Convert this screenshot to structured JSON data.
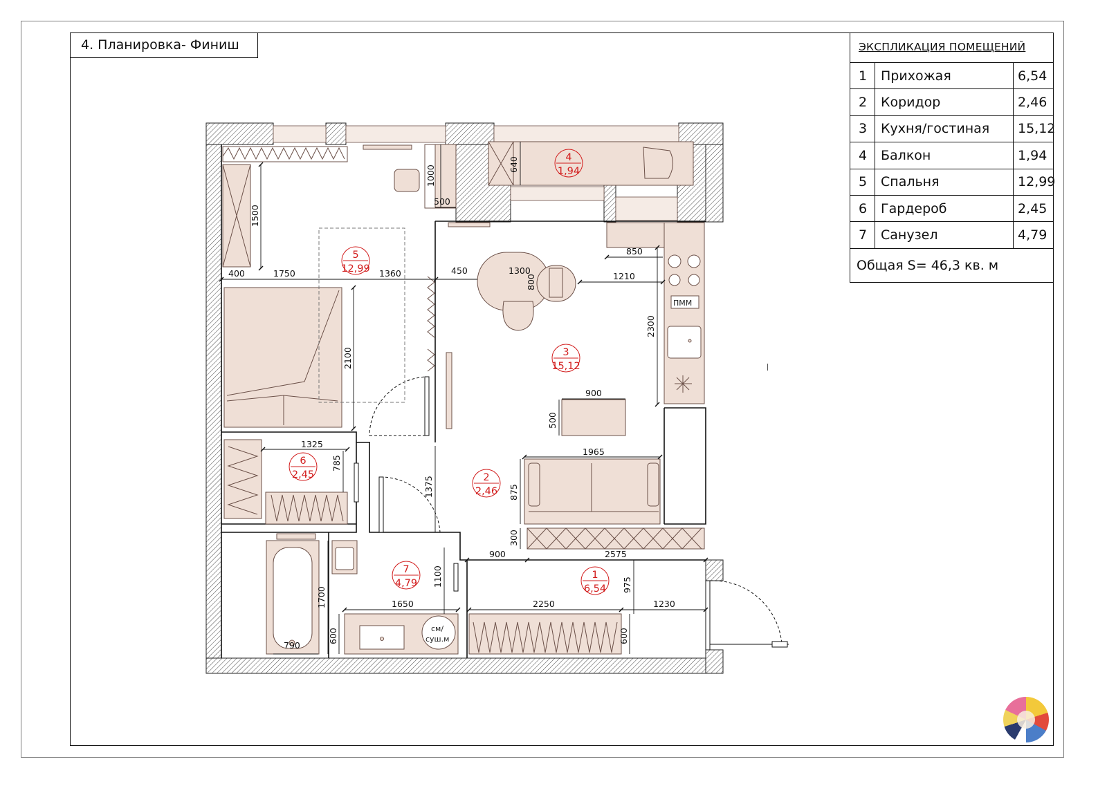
{
  "title": "4. Планировка- Финиш",
  "explication": {
    "header": "ЭКСПЛИКАЦИЯ ПОМЕЩЕНИЙ",
    "rooms": [
      {
        "num": "1",
        "name": "Прихожая",
        "area": "6,54"
      },
      {
        "num": "2",
        "name": "Коридор",
        "area": "2,46"
      },
      {
        "num": "3",
        "name": "Кухня/гостиная",
        "area": "15,12"
      },
      {
        "num": "4",
        "name": "Балкон",
        "area": "1,94"
      },
      {
        "num": "5",
        "name": "Спальня",
        "area": "12,99"
      },
      {
        "num": "6",
        "name": "Гардероб",
        "area": "2,45"
      },
      {
        "num": "7",
        "name": "Санузел",
        "area": "4,79"
      }
    ],
    "total": "Общая S= 46,3 кв. м"
  },
  "plan": {
    "room_tags": [
      {
        "num": "1",
        "area": "6,54"
      },
      {
        "num": "2",
        "area": "2,46"
      },
      {
        "num": "3",
        "area": "15,12"
      },
      {
        "num": "4",
        "area": "1,94"
      },
      {
        "num": "5",
        "area": "12,99"
      },
      {
        "num": "6",
        "area": "2,45"
      },
      {
        "num": "7",
        "area": "4,79"
      }
    ],
    "dimensions": {
      "d1000": "1000",
      "d500": "500",
      "d640": "640",
      "d1500": "1500",
      "d400": "400",
      "d1750": "1750",
      "d1360": "1360",
      "d450": "450",
      "d1300": "1300",
      "d800": "800",
      "d1210": "1210",
      "d850": "850",
      "d2300": "2300",
      "d2100": "2100",
      "d900a": "900",
      "d500b": "500",
      "d1325": "1325",
      "d785": "785",
      "d1965": "1965",
      "d875": "875",
      "d1375": "1375",
      "d300": "300",
      "d900b": "900",
      "d2575": "2575",
      "d1100": "1100",
      "d975": "975",
      "d1700": "1700",
      "d1650": "1650",
      "d2250": "2250",
      "d1230": "1230",
      "d600a": "600",
      "d600b": "600",
      "d790": "790"
    },
    "labels": {
      "dishwasher": "ПММ",
      "washer_line1": "см/",
      "washer_line2": "суш.м"
    }
  },
  "colors": {
    "furniture_fill": "#efdfd6",
    "furniture_stroke": "#6b5048",
    "room_tag": "#d21c1c",
    "wall_hatch": "#555555"
  }
}
